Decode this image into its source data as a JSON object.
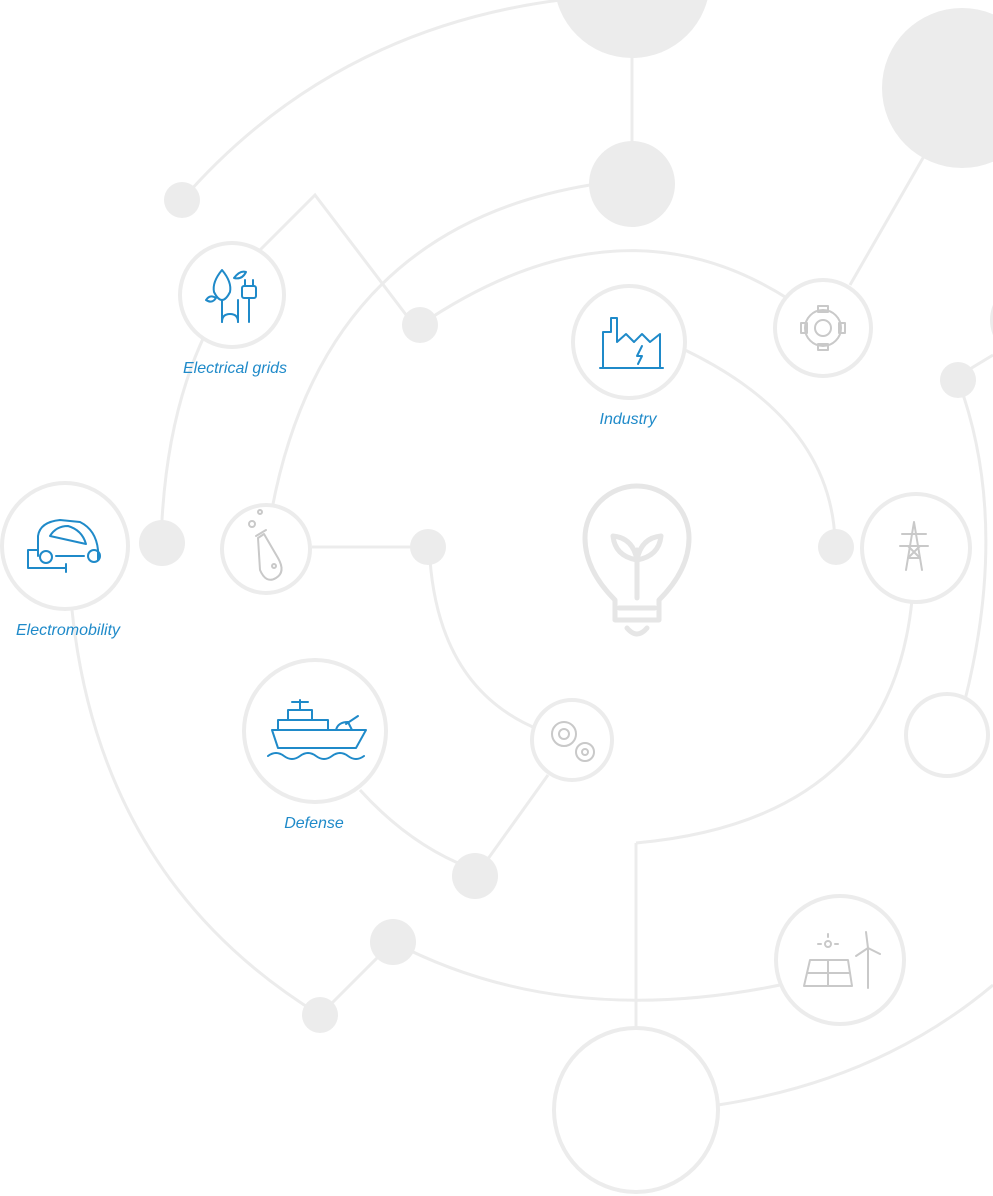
{
  "labels": {
    "electrical_grids": "Electrical grids",
    "industry": "Industry",
    "electromobility": "Electromobility",
    "defense": "Defense"
  },
  "colors": {
    "accent": "#1f8ac9",
    "network": "#ececec",
    "inactive_icon": "#c9c9c9",
    "background": "#ffffff"
  },
  "nodes": {
    "active": [
      {
        "label_key": "electrical_grids",
        "icon": "plant-plug-icon"
      },
      {
        "label_key": "industry",
        "icon": "factory-icon"
      },
      {
        "label_key": "electromobility",
        "icon": "electric-car-icon"
      },
      {
        "label_key": "defense",
        "icon": "ship-icon"
      }
    ],
    "inactive": [
      {
        "icon": "gear-icon"
      },
      {
        "icon": "flask-icon"
      },
      {
        "icon": "power-tower-icon"
      },
      {
        "icon": "gears-icon"
      },
      {
        "icon": "solar-wind-icon"
      },
      {
        "icon": "lightbulb-leaf-icon"
      }
    ]
  }
}
